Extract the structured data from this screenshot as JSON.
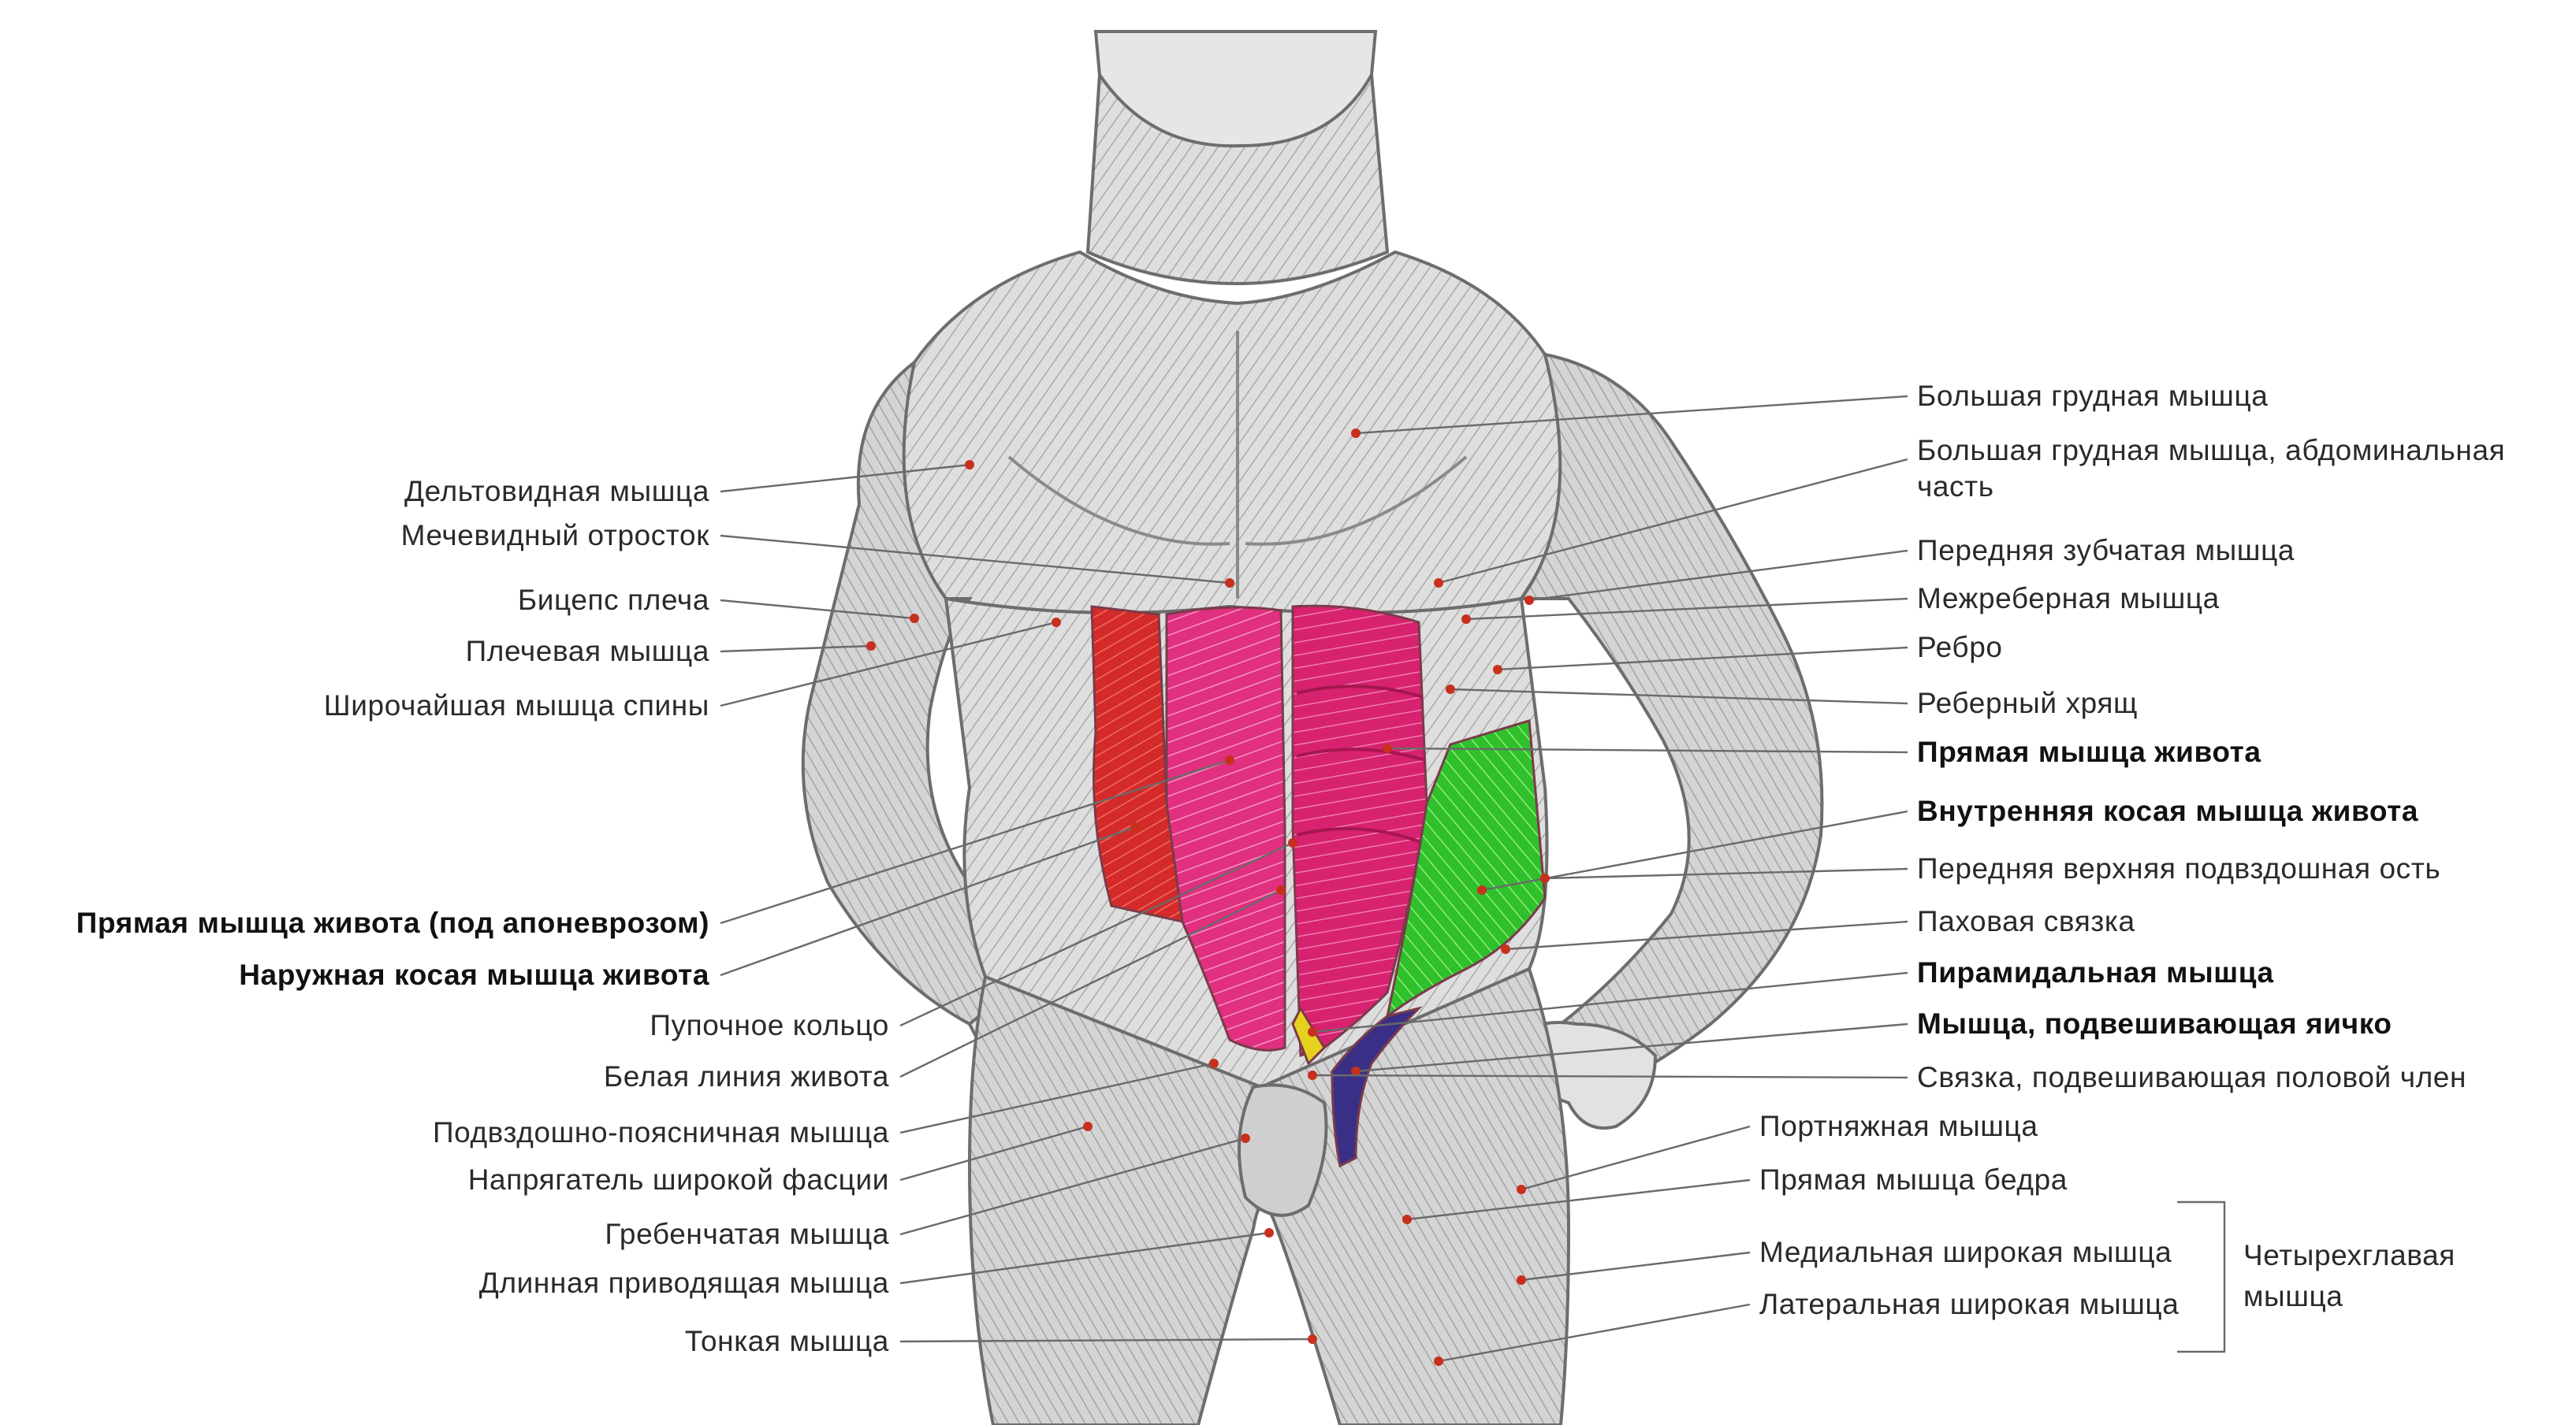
{
  "colors": {
    "rectus_abdominis": "#d6226f",
    "rectus_abdominis_under": "#e0307f",
    "external_oblique": "#d42a2a",
    "internal_oblique": "#2fc02c",
    "pyramidalis": "#e6d21e",
    "cremaster": "#3a2f86",
    "muscle_sketch": "#d9d9d9",
    "line": "#6a6a6a",
    "dot": "#c8301e"
  },
  "icons": [
    "bracket-icon"
  ],
  "labels_left": [
    {
      "id": "deltoid",
      "text": "Дельтовидная мышца",
      "bold": false
    },
    {
      "id": "xiphoid",
      "text": "Мечевидный отросток",
      "bold": false
    },
    {
      "id": "biceps",
      "text": "Бицепс плеча",
      "bold": false
    },
    {
      "id": "brachialis",
      "text": "Плечевая мышца",
      "bold": false
    },
    {
      "id": "latissimus",
      "text": "Широчайшая мышца спины",
      "bold": false
    },
    {
      "id": "rectus_under",
      "text": "Прямая мышца живота (под апоневрозом)",
      "bold": true
    },
    {
      "id": "external_oblique",
      "text": "Наружная косая мышца живота",
      "bold": true
    },
    {
      "id": "umbilical_ring",
      "text": "Пупочное кольцо",
      "bold": false
    },
    {
      "id": "linea_alba",
      "text": "Белая линия живота",
      "bold": false
    },
    {
      "id": "iliopsoas",
      "text": "Подвздошно-поясничная мышца",
      "bold": false
    },
    {
      "id": "tensor_fasciae",
      "text": "Напрягатель широкой фасции",
      "bold": false
    },
    {
      "id": "pectineus",
      "text": "Гребенчатая мышца",
      "bold": false
    },
    {
      "id": "adductor_longus",
      "text": "Длинная приводящая мышца",
      "bold": false
    },
    {
      "id": "gracilis",
      "text": "Тонкая мышца",
      "bold": false
    }
  ],
  "labels_right": [
    {
      "id": "pectoralis_major",
      "text": "Большая грудная мышца",
      "bold": false
    },
    {
      "id": "pectoralis_abdominal",
      "text": "Большая грудная мышца, абдоминальная часть",
      "bold": false
    },
    {
      "id": "serratus_anterior",
      "text": "Передняя зубчатая мышца",
      "bold": false
    },
    {
      "id": "intercostal",
      "text": "Межреберная мышца",
      "bold": false
    },
    {
      "id": "rib",
      "text": "Ребро",
      "bold": false
    },
    {
      "id": "costal_cartilage",
      "text": "Реберный хрящ",
      "bold": false
    },
    {
      "id": "rectus_abdominis",
      "text": "Прямая мышца живота",
      "bold": true
    },
    {
      "id": "internal_oblique",
      "text": "Внутренняя косая мышца живота",
      "bold": true
    },
    {
      "id": "asis",
      "text": "Передняя верхняя подвздошная ость",
      "bold": false
    },
    {
      "id": "inguinal_ligament",
      "text": "Паховая связка",
      "bold": false
    },
    {
      "id": "pyramidalis",
      "text": "Пирамидальная мышца",
      "bold": true
    },
    {
      "id": "cremaster",
      "text": "Мышца, подвешивающая яичко",
      "bold": true
    },
    {
      "id": "suspensory_ligament",
      "text": "Связка, подвешивающая половой член",
      "bold": false
    },
    {
      "id": "sartorius",
      "text": "Портняжная мышца",
      "bold": false
    },
    {
      "id": "rectus_femoris",
      "text": "Прямая мышца бедра",
      "bold": false
    },
    {
      "id": "vastus_medialis",
      "text": "Медиальная широкая мышца",
      "bold": false
    },
    {
      "id": "vastus_lateralis",
      "text": "Латеральная широкая мышца",
      "bold": false
    }
  ],
  "group_label": {
    "text": "Четырехглавая мышца"
  }
}
